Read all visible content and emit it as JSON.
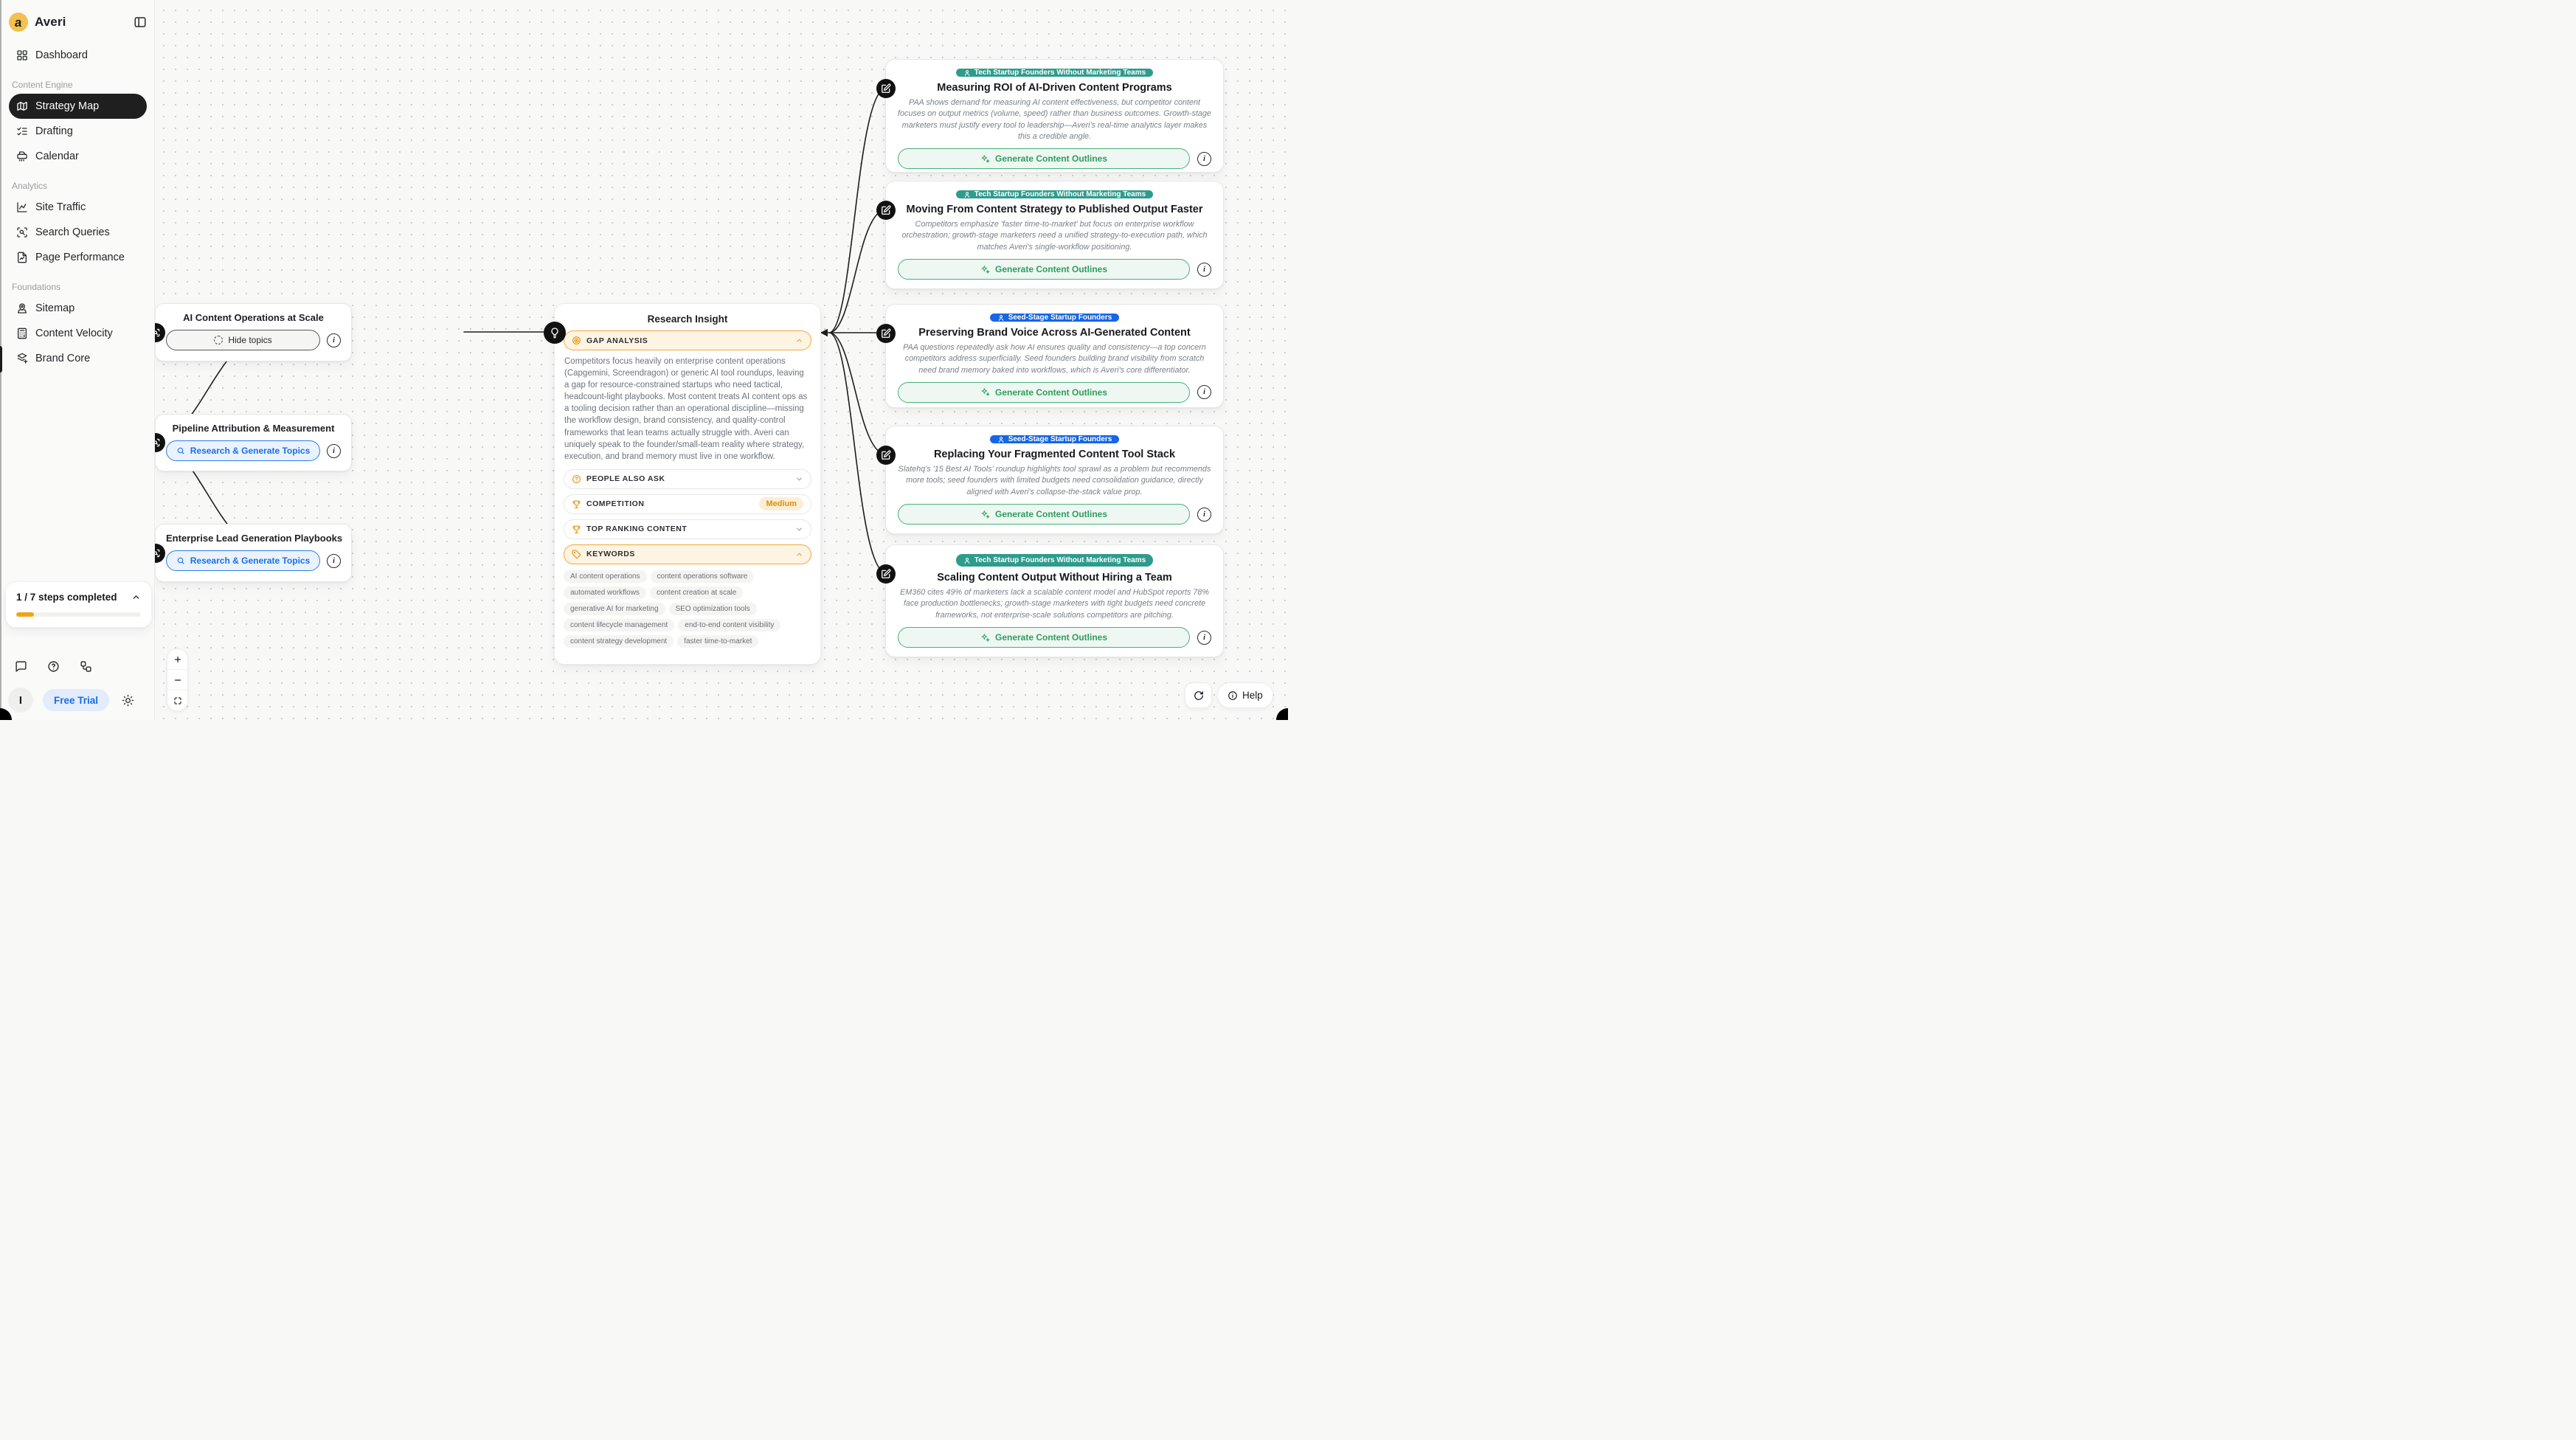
{
  "app": {
    "name": "Averi"
  },
  "sidebar": {
    "dashboard_label": "Dashboard",
    "section_content_engine": "Content Engine",
    "item_strategy_map": "Strategy Map",
    "item_drafting": "Drafting",
    "item_calendar": "Calendar",
    "section_analytics": "Analytics",
    "item_site_traffic": "Site Traffic",
    "item_search_queries": "Search Queries",
    "item_page_performance": "Page Performance",
    "section_foundations": "Foundations",
    "item_sitemap": "Sitemap",
    "item_content_velocity": "Content Velocity",
    "item_brand_core": "Brand Core",
    "steps_text": "1 / 7 steps completed",
    "progress_percent": "14",
    "progress_fill_style": "width:14%",
    "avatar_initial": "I",
    "free_trial_label": "Free Trial"
  },
  "canvas": {
    "nodes": [
      {
        "title": "AI Content Operations at Scale",
        "button": "Hide topics"
      },
      {
        "title": "Pipeline Attribution & Measurement",
        "button": "Research & Generate Topics"
      },
      {
        "title": "Enterprise Lead Generation Playbooks",
        "button": "Research & Generate Topics"
      }
    ],
    "insight": {
      "title": "Research Insight",
      "rows": [
        {
          "label": "GAP ANALYSIS"
        },
        {
          "label": "PEOPLE ALSO ASK"
        },
        {
          "label": "COMPETITION",
          "badge": "Medium"
        },
        {
          "label": "TOP RANKING CONTENT"
        },
        {
          "label": "KEYWORDS"
        }
      ],
      "body": "Competitors focus heavily on enterprise content operations (Capgemini, Screendragon) or generic AI tool roundups, leaving a gap for resource-constrained startups who need tactical, headcount-light playbooks. Most content treats AI content ops as a tooling decision rather than an operational discipline—missing the workflow design, brand consistency, and quality-control frameworks that lean teams actually struggle with. Averi can uniquely speak to the founder/small-team reality where strategy, execution, and brand memory must live in one workflow.",
      "keywords": [
        "AI content operations",
        "content operations software",
        "automated workflows",
        "content creation at scale",
        "generative AI for marketing",
        "SEO optimization tools",
        "content lifecycle management",
        "end-to-end content visibility",
        "content strategy development",
        "faster time-to-market"
      ]
    },
    "cards": [
      {
        "audience": "Tech Startup Founders Without Marketing Teams",
        "audience_color": "#2e9c8c",
        "title": "Measuring ROI of AI-Driven Content Programs",
        "description": "PAA shows demand for measuring AI content effectiveness, but competitor content focuses on output metrics (volume, speed) rather than business outcomes. Growth-stage marketers must justify every tool to leadership—Averi's real-time analytics layer makes this a credible angle.",
        "cta": "Generate Content Outlines"
      },
      {
        "audience": "Tech Startup Founders Without Marketing Teams",
        "audience_color": "#2e9c8c",
        "title": "Moving From Content Strategy to Published Output Faster",
        "description": "Competitors emphasize 'faster time-to-market' but focus on enterprise workflow orchestration; growth-stage marketers need a unified strategy-to-execution path, which matches Averi's single-workflow positioning.",
        "cta": "Generate Content Outlines"
      },
      {
        "audience": "Seed-Stage Startup Founders",
        "audience_color": "#1566e8",
        "title": "Preserving Brand Voice Across AI-Generated Content",
        "description": "PAA questions repeatedly ask how AI ensures quality and consistency—a top concern competitors address superficially. Seed founders building brand visibility from scratch need brand memory baked into workflows, which is Averi's core differentiator.",
        "cta": "Generate Content Outlines"
      },
      {
        "audience": "Seed-Stage Startup Founders",
        "audience_color": "#1566e8",
        "title": "Replacing Your Fragmented Content Tool Stack",
        "description": "Slatehq's '15 Best AI Tools' roundup highlights tool sprawl as a problem but recommends more tools; seed founders with limited budgets need consolidation guidance, directly aligned with Averi's collapse-the-stack value prop.",
        "cta": "Generate Content Outlines"
      },
      {
        "audience": "Tech Startup Founders Without Marketing Teams",
        "audience_color": "#2e9c8c",
        "title": "Scaling Content Output Without Hiring a Team",
        "description": "EM360 cites 49% of marketers lack a scalable content model and HubSpot reports 78% face production bottlenecks; growth-stage marketers with tight budgets need concrete frameworks, not enterprise-scale solutions competitors are pitching.",
        "cta": "Generate Content Outlines"
      }
    ],
    "help_label": "Help"
  },
  "colors": {
    "accent_amber": "#efa83c",
    "accent_orange_icon": "#e8920c",
    "teal_badge": "#2e9c8c",
    "blue_badge": "#1566e8",
    "green_cta": "#2c9e5f",
    "progress_orange": "#f0a419",
    "free_trial_blue": "#1a6ce8",
    "active_nav_bg": "#1f1f1f",
    "canvas_bg": "#f8f8f6"
  }
}
